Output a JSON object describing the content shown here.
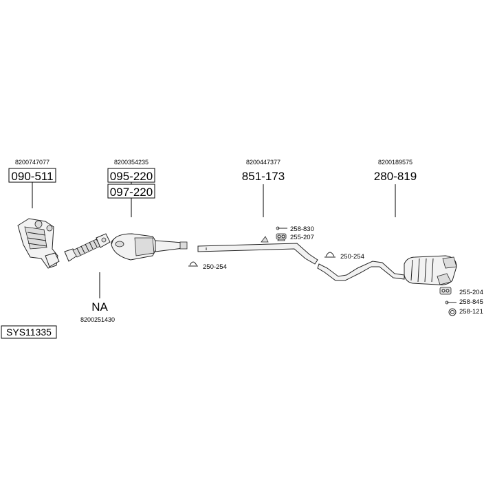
{
  "groups": [
    {
      "oem": "8200747077",
      "codes": [
        "090-511"
      ]
    },
    {
      "oem": "8200354235",
      "codes": [
        "095-220",
        "097-220"
      ]
    },
    {
      "oem": "8200447377",
      "codes": [
        "851-173"
      ]
    },
    {
      "oem": "8200189575",
      "codes": [
        "280-819"
      ]
    }
  ],
  "na_part": {
    "label": "NA",
    "oem": "8200251430"
  },
  "small_parts": {
    "clamp_front": "250-254",
    "clamp_rear": "250-254",
    "bolt_mid": "258-830",
    "hanger_mid": "255-207",
    "hanger_rear": "255-204",
    "bolt_rear": "258-845",
    "ring_rear": "258-121"
  },
  "system_id": "SYS11335"
}
